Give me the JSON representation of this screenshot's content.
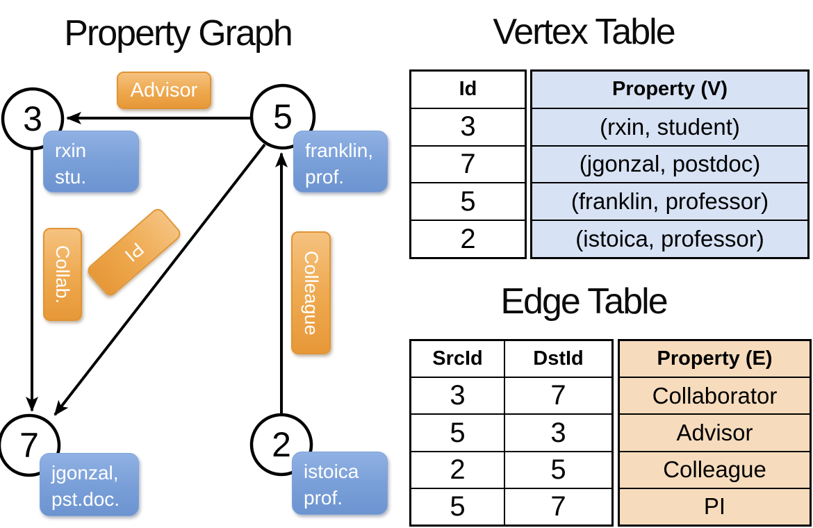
{
  "graph": {
    "title": "Property Graph",
    "vertices": [
      {
        "id": "3",
        "line1": "rxin",
        "line2": "stu."
      },
      {
        "id": "5",
        "line1": "franklin,",
        "line2": "prof."
      },
      {
        "id": "7",
        "line1": "jgonzal,",
        "line2": "pst.doc."
      },
      {
        "id": "2",
        "line1": "istoica",
        "line2": "prof."
      }
    ],
    "edges": [
      {
        "src": "5",
        "dst": "3",
        "label": "Advisor"
      },
      {
        "src": "3",
        "dst": "7",
        "label": "Collab."
      },
      {
        "src": "5",
        "dst": "7",
        "label": "PI"
      },
      {
        "src": "2",
        "dst": "5",
        "label": "Colleague"
      }
    ]
  },
  "vertex_table": {
    "title": "Vertex Table",
    "columns": [
      "Id",
      "Property (V)"
    ],
    "rows": [
      [
        "3",
        "(rxin, student)"
      ],
      [
        "7",
        "(jgonzal, postdoc)"
      ],
      [
        "5",
        "(franklin, professor)"
      ],
      [
        "2",
        "(istoica, professor)"
      ]
    ]
  },
  "edge_table": {
    "title": "Edge Table",
    "columns": [
      "SrcId",
      "DstId",
      "Property (E)"
    ],
    "rows": [
      [
        "3",
        "7",
        "Collaborator"
      ],
      [
        "5",
        "3",
        "Advisor"
      ],
      [
        "2",
        "5",
        "Colleague"
      ],
      [
        "5",
        "7",
        "PI"
      ]
    ]
  },
  "colors": {
    "edge_label_orange": "#EDA94F",
    "vertex_label_blue": "#7BA0D9",
    "vertex_property_bg": "#D7E2F4",
    "edge_property_bg": "#F6DCBD",
    "line_black": "#000000"
  }
}
